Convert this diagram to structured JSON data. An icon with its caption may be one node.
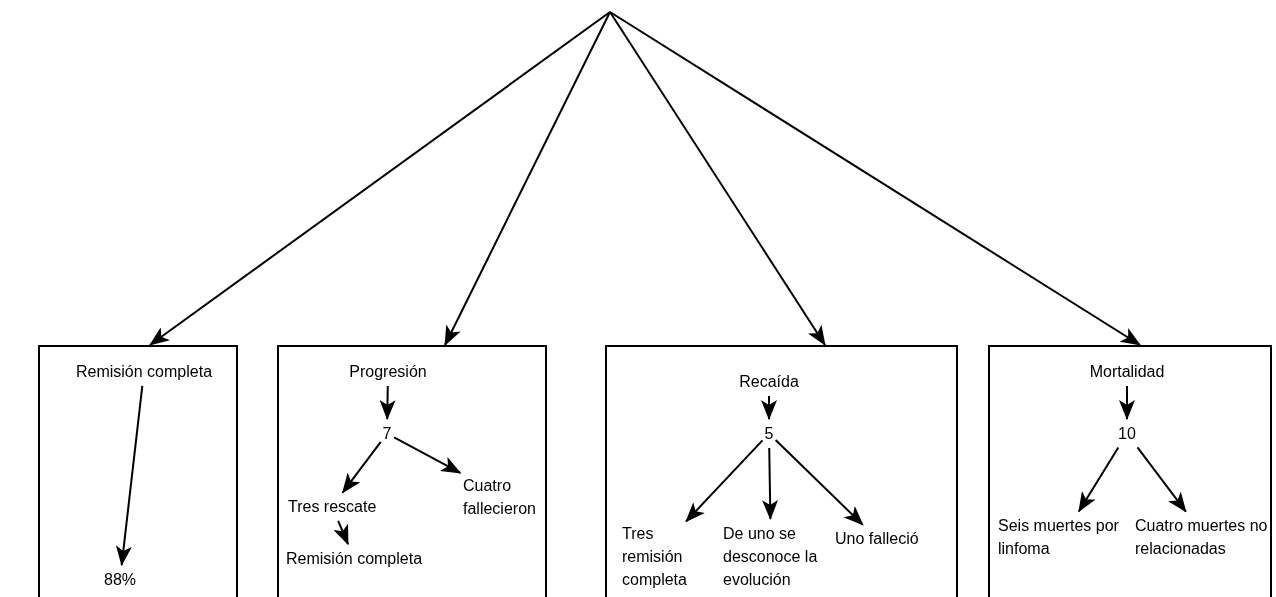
{
  "diagram": {
    "nodes": [
      {
        "text": [],
        "shape": "box"
      },
      {
        "text": [
          "Remisión completa"
        ],
        "in": 0
      },
      {
        "text": [
          "88%"
        ],
        "in": 0
      },
      {
        "text": [],
        "shape": "box"
      },
      {
        "text": [
          "Progresión"
        ],
        "in": 3
      },
      {
        "text": [
          "7"
        ],
        "in": 3
      },
      {
        "text": [
          "Tres rescate"
        ],
        "in": 3
      },
      {
        "text": [
          "Cuatro fallecieron"
        ],
        "in": 3
      },
      {
        "text": [
          "Remisión completa"
        ],
        "in": 3
      },
      {
        "text": [],
        "shape": "box"
      },
      {
        "text": [
          "Recaída"
        ],
        "in": 9
      },
      {
        "text": [
          "5"
        ],
        "in": 9
      },
      {
        "text": [
          "Tres remisión completa"
        ],
        "in": 9
      },
      {
        "text": [
          "De uno se desconoce la evolución"
        ],
        "in": 9
      },
      {
        "text": [
          "Uno falleció"
        ],
        "in": 9
      },
      {
        "text": [],
        "shape": "box"
      },
      {
        "text": [
          "Mortalidad"
        ],
        "in": 15
      },
      {
        "text": [
          "10"
        ],
        "in": 15
      },
      {
        "text": [
          "Seis muertes por linfoma"
        ],
        "in": 15
      },
      {
        "text": [
          "Cuatro muertes no relacionadas"
        ],
        "in": 15
      }
    ],
    "edges": [
      {
        "from": null,
        "to": 0,
        "arrow": "to"
      },
      {
        "from": null,
        "to": 3,
        "arrow": "to"
      },
      {
        "from": null,
        "to": 9,
        "arrow": "to"
      },
      {
        "from": null,
        "to": 15,
        "arrow": "to"
      },
      {
        "from": 1,
        "to": 2,
        "arrow": "to"
      },
      {
        "from": 4,
        "to": 5,
        "arrow": "to"
      },
      {
        "from": 5,
        "to": 6,
        "arrow": "to"
      },
      {
        "from": 5,
        "to": 7,
        "arrow": "to"
      },
      {
        "from": 6,
        "to": 8,
        "arrow": "to"
      },
      {
        "from": 10,
        "to": 11,
        "arrow": "to"
      },
      {
        "from": 11,
        "to": 12,
        "arrow": "to"
      },
      {
        "from": 11,
        "to": 13,
        "arrow": "to"
      },
      {
        "from": 11,
        "to": 14,
        "arrow": "to"
      },
      {
        "from": 16,
        "to": 17,
        "arrow": "to"
      },
      {
        "from": 17,
        "to": 18,
        "arrow": "to"
      },
      {
        "from": 17,
        "to": 19,
        "arrow": "to"
      }
    ]
  }
}
